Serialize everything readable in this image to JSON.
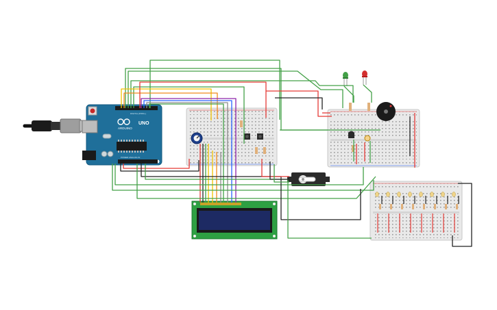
{
  "arduino": {
    "brand": "ARDUINO",
    "model": "UNO",
    "headers": [
      "DIGITAL (PWM~)",
      "POWER  ANALOG IN"
    ]
  },
  "colors": {
    "board": "#1f6f9a",
    "breadboard": "#e9e9e9",
    "lcd_pcb": "#2ea043",
    "lcd_screen": "#1d2a63",
    "wire_green": "#43a047",
    "wire_red": "#e53935",
    "wire_black": "#222222",
    "wire_yellow": "#f2c200",
    "wire_orange": "#f08a1c",
    "wire_blue": "#2962ff",
    "wire_gray": "#8a8a8a",
    "wire_purple": "#8e24aa"
  },
  "icons": [
    "usb-cable-icon",
    "potentiometer-icon",
    "servo-icon",
    "buzzer-icon",
    "led-icon",
    "pushbutton-icon",
    "temperature-sensor-icon"
  ]
}
